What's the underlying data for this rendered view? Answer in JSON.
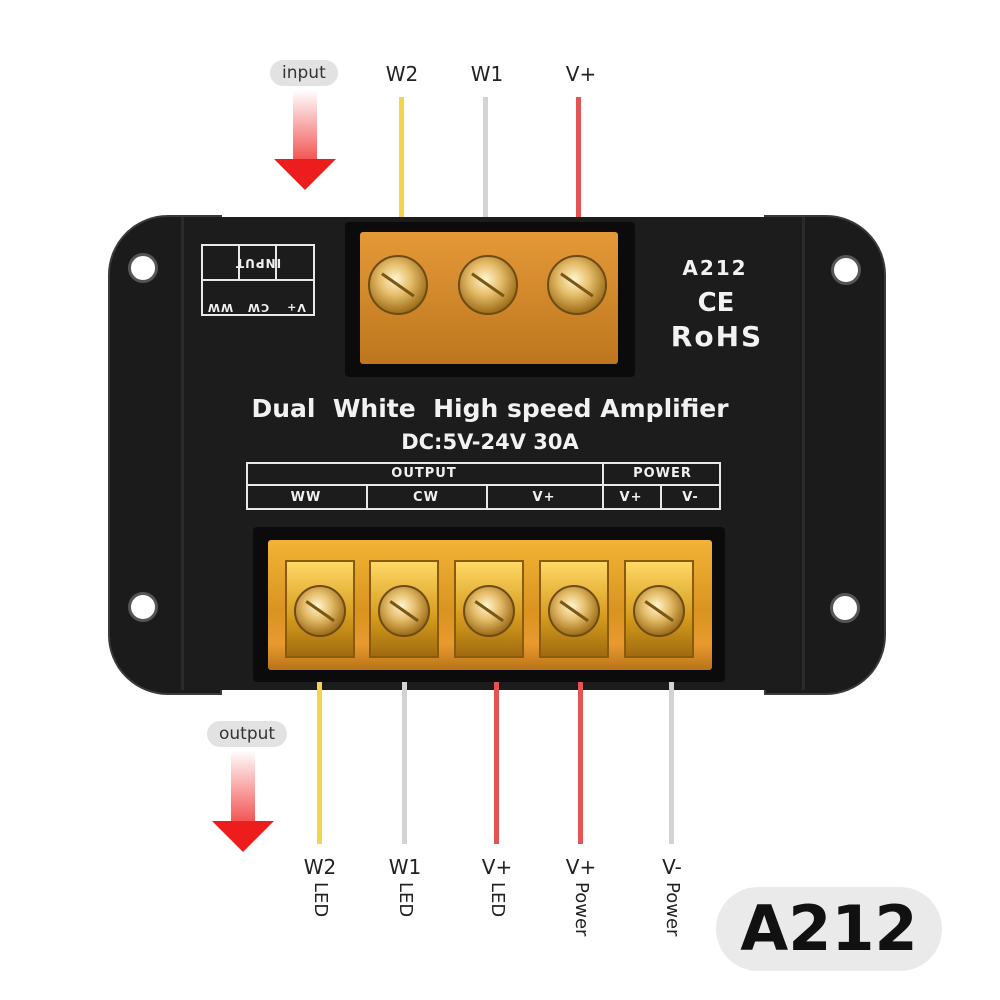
{
  "labels": {
    "input": "input",
    "output": "output"
  },
  "top_wires": [
    {
      "label": "W2",
      "color": "#f6d34a"
    },
    {
      "label": "W1",
      "color": "#d3d3d3"
    },
    {
      "label": "V+",
      "color": "#e45454"
    }
  ],
  "bottom_wires": [
    {
      "label": "W2",
      "sub": "LED",
      "color": "#f6d34a"
    },
    {
      "label": "W1",
      "sub": "LED",
      "color": "#d3d3d3"
    },
    {
      "label": "V+",
      "sub": "LED",
      "color": "#e45454"
    },
    {
      "label": "V+",
      "sub": "Power",
      "color": "#e45454"
    },
    {
      "label": "V-",
      "sub": "Power",
      "color": "#d3d3d3"
    }
  ],
  "device": {
    "model": "A212",
    "ce": "CE",
    "rohs": "RoHS",
    "title": "Dual  White  High speed Amplifier",
    "spec": "DC:5V-24V 30A",
    "input_box": {
      "cells": [
        "WW",
        "CW",
        "V+"
      ],
      "label": "INPUT"
    },
    "output_table": {
      "output_header": "OUTPUT",
      "power_header": "POWER",
      "cells": [
        "WW",
        "CW",
        "V+",
        "V+",
        "V-"
      ]
    },
    "top_screws": [
      "1",
      "2",
      "3"
    ],
    "bottom_screws": [
      "1",
      "2",
      "3",
      "4",
      "5"
    ]
  },
  "badge": "A212"
}
